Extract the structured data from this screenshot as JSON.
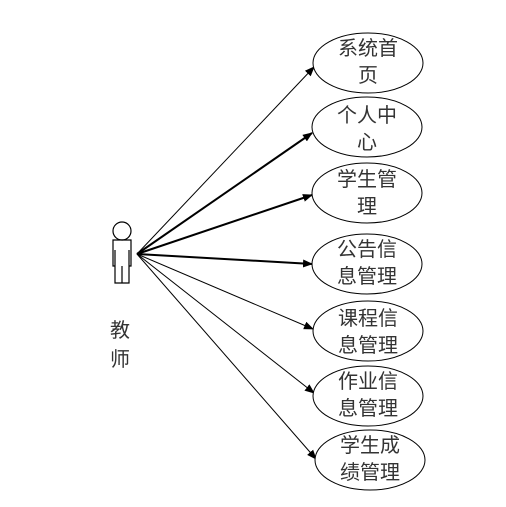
{
  "actor": {
    "label_lines": [
      "教",
      "师"
    ]
  },
  "use_cases": [
    {
      "id": "home",
      "lines": [
        "系统首",
        "页"
      ]
    },
    {
      "id": "profile",
      "lines": [
        "个人中",
        "心"
      ]
    },
    {
      "id": "students",
      "lines": [
        "学生管",
        "理"
      ]
    },
    {
      "id": "notices",
      "lines": [
        "公告信",
        "息管理"
      ]
    },
    {
      "id": "courses",
      "lines": [
        "课程信",
        "息管理"
      ]
    },
    {
      "id": "homework",
      "lines": [
        "作业信",
        "息管理"
      ]
    },
    {
      "id": "grades",
      "lines": [
        "学生成",
        "绩管理"
      ]
    }
  ],
  "colors": {
    "stroke": "#000000",
    "text": "#333333",
    "background": "#ffffff"
  }
}
